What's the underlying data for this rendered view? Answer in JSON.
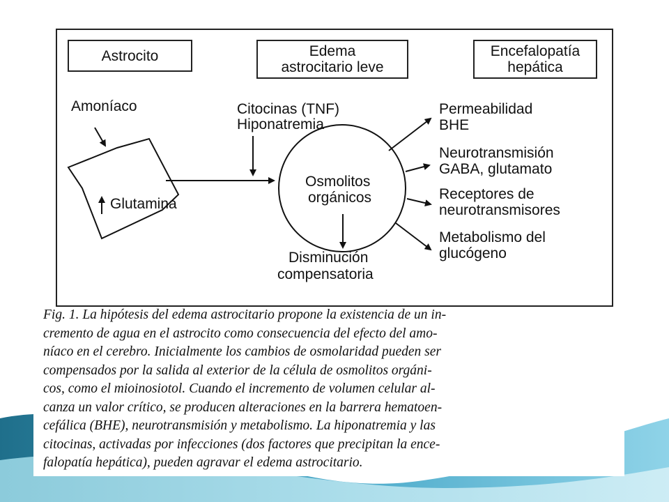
{
  "colors": {
    "background": "#ffffff",
    "wave_dark": "#1f6f8b",
    "wave_light": "#8fd3e8",
    "ink": "#111111"
  },
  "headers": {
    "astrocito": "Astrocito",
    "edema_line1": "Edema",
    "edema_line2": "astrocitario leve",
    "encef_line1": "Encefalopatía",
    "encef_line2": "hepática"
  },
  "labels": {
    "amoniaco": "Amoníaco",
    "glutamina": "Glutamina",
    "citocinas_line1": "Citocinas (TNF)",
    "citocinas_line2": "Hiponatremia",
    "osmolitos_line1": "Osmolitos",
    "osmolitos_line2": "orgánicos",
    "disminucion_line1": "Disminución",
    "disminucion_line2": "compensatoria",
    "outcomes": [
      {
        "line1": "Permeabilidad",
        "line2": "BHE"
      },
      {
        "line1": "Neurotransmisión",
        "line2": "GABA, glutamato"
      },
      {
        "line1": "Receptores de",
        "line2": "neurotransmisores"
      },
      {
        "line1": "Metabolismo del",
        "line2": "glucógeno"
      }
    ]
  },
  "caption": {
    "lines": [
      "Fig. 1. La hipótesis del edema astrocitario propone la existencia de un in-",
      "cremento de agua en el astrocito como consecuencia del efecto del amo-",
      "níaco en el cerebro. Inicialmente los cambios de osmolaridad pueden ser",
      "compensados por la salida al exterior de la célula de osmolitos orgáni-",
      "cos, como el mioinosiotol. Cuando el incremento de volumen celular al-",
      "canza un valor crítico, se producen alteraciones en la barrera hematoen-",
      "cefálica (BHE), neurotransmisión y metabolismo. La hiponatremia y las",
      "citocinas, activadas por infecciones (dos factores que precipitan la ence-",
      "falopatía hepática), pueden agravar el edema astrocitario."
    ]
  }
}
